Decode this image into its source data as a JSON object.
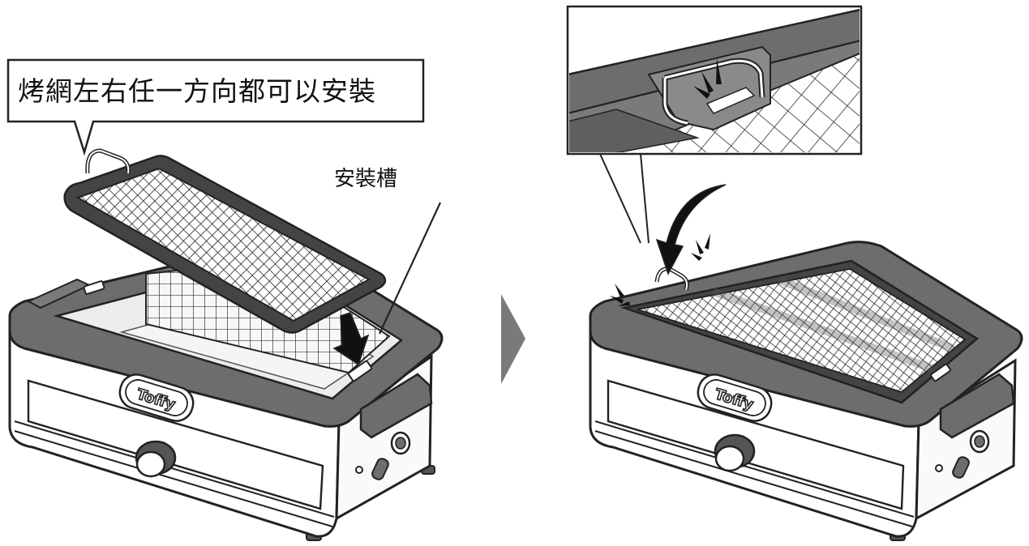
{
  "labels": {
    "callout": "烤網左右任一方向都可以安裝",
    "slot": "安裝槽"
  },
  "brand": {
    "logo_text": "Toffy"
  },
  "icons": {
    "step_arrow": "chevron-right-icon",
    "insert_arrow": "down-arrow-icon",
    "click_marks": "sparkle-icon"
  },
  "colors": {
    "frame_gray": "#6d6d6d",
    "outline": "#222222",
    "body_white": "#ffffff",
    "step_arrow": "#7a7a7a"
  }
}
